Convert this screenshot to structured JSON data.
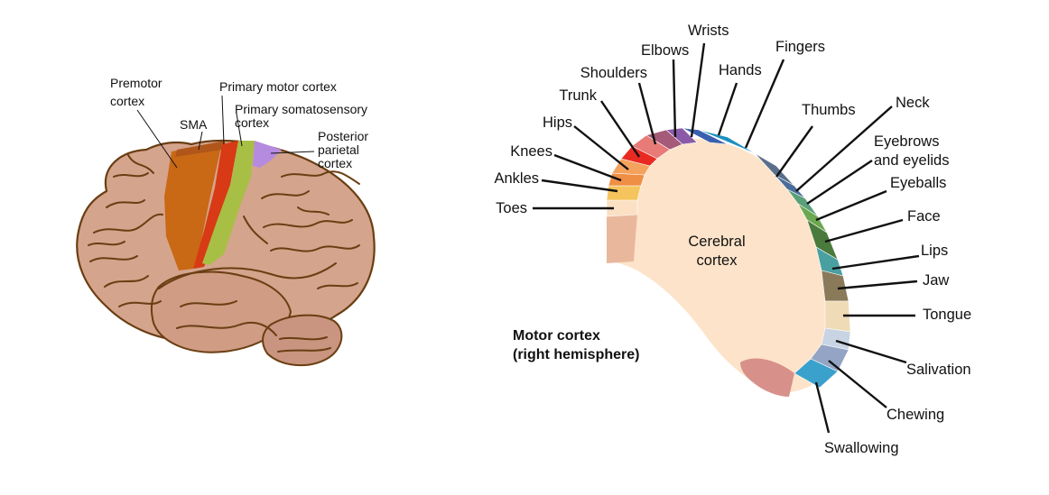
{
  "brain_labels": {
    "premotor_line1": "Premotor",
    "premotor_line2": "cortex",
    "sma": "SMA",
    "primary_motor": "Primary motor cortex",
    "somatosensory_line1": "Primary somatosensory",
    "somatosensory_line2": "cortex",
    "posterior_line1": "Posterior",
    "posterior_line2": "parietal",
    "posterior_line3": "cortex"
  },
  "motor_map": {
    "title_line1": "Motor cortex",
    "title_line2": "(right hemisphere)",
    "center_line1": "Cerebral",
    "center_line2": "cortex",
    "regions": {
      "toes": "Toes",
      "ankles": "Ankles",
      "knees": "Knees",
      "hips": "Hips",
      "trunk": "Trunk",
      "shoulders": "Shoulders",
      "elbows": "Elbows",
      "wrists": "Wrists",
      "hands": "Hands",
      "fingers": "Fingers",
      "thumbs": "Thumbs",
      "neck": "Neck",
      "eyebrows_line1": "Eyebrows",
      "eyebrows_line2": "and eyelids",
      "eyeballs": "Eyeballs",
      "face": "Face",
      "lips": "Lips",
      "jaw": "Jaw",
      "tongue": "Tongue",
      "salivation": "Salivation",
      "chewing": "Chewing",
      "swallowing": "Swallowing"
    }
  },
  "colors": {
    "brain_tissue": "#d5a48c",
    "brain_sulci": "#6a3e12",
    "premotor": "#c8650f",
    "primary_motor": "#d73a14",
    "somatosensory": "#a8bf45",
    "posterior_parietal": "#b58be0",
    "cortex_fill": "#fde3c9",
    "cortex_edge": "#e8c9a6",
    "toes": "#fbe0c4",
    "ankles": "#f5c45c",
    "knees": "#ef8f45",
    "hips": "#f5a25d",
    "trunk": "#e82a22",
    "shoulders": "#e87a78",
    "elbows": "#a45a78",
    "wrists": "#8a5aa8",
    "hands": "#3a5fb0",
    "fingers": "#1b8fc0",
    "thumbs": "#5a6f8a",
    "neck": "#4b6d9b",
    "eyebrows": "#5aa07a",
    "eyeballs": "#6ba84f",
    "face": "#4a7a3c",
    "lips": "#4aa0a0",
    "jaw": "#8a7a5a",
    "tongue": "#efdcb6",
    "salivation": "#c8d4e4",
    "chewing": "#94a4c4",
    "swallowing": "#3aa0cc",
    "throat": "#d8908a"
  }
}
